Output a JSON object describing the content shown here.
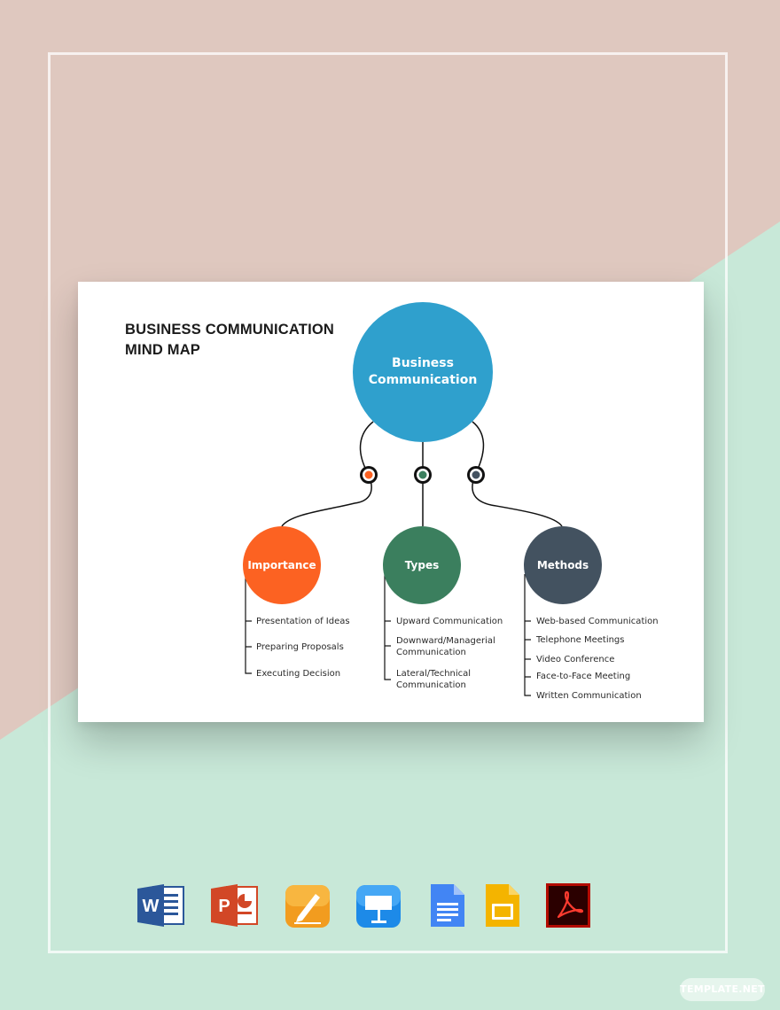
{
  "colors": {
    "bg_top": "#dfc8bf",
    "bg_bottom": "#c8e8d8",
    "central": "#2fa0cd",
    "importance": "#fc6222",
    "types": "#3b7f5e",
    "methods": "#435260"
  },
  "diagram": {
    "title_line1": "BUSINESS COMMUNICATION",
    "title_line2": "MIND MAP",
    "central_line1": "Business",
    "central_line2": "Communication",
    "branches": [
      {
        "label": "Importance",
        "items": [
          "Presentation of Ideas",
          "Preparing Proposals",
          "Executing Decision"
        ]
      },
      {
        "label": "Types",
        "items": [
          "Upward Communication",
          "Downward/Managerial",
          "Communication",
          "Lateral/Technical",
          "Communication"
        ]
      },
      {
        "label": "Methods",
        "items": [
          "Web-based Communication",
          "Telephone Meetings",
          "Video Conference",
          "Face-to-Face Meeting",
          "Written Communication"
        ]
      }
    ]
  },
  "formats": [
    {
      "name": "word-icon",
      "letter": "W"
    },
    {
      "name": "powerpoint-icon",
      "letter": "P"
    },
    {
      "name": "pages-icon"
    },
    {
      "name": "keynote-icon"
    },
    {
      "name": "google-docs-icon"
    },
    {
      "name": "google-slides-icon"
    },
    {
      "name": "acrobat-pdf-icon"
    }
  ],
  "badge": "TEMPLATE.NET"
}
